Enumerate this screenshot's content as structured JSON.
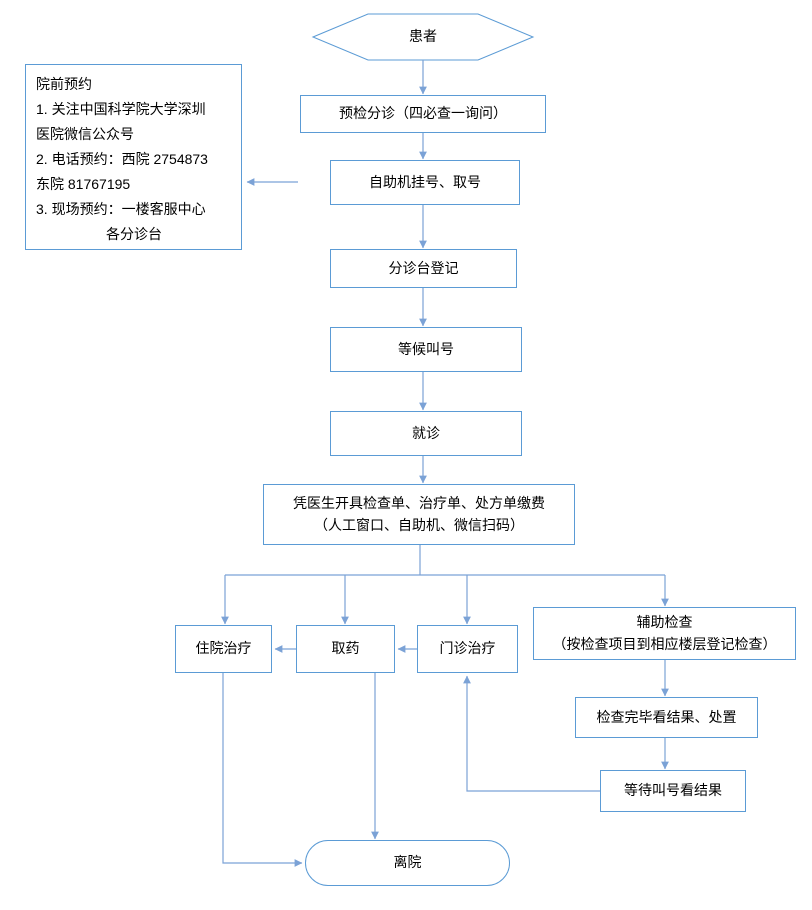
{
  "colors": {
    "border": "#5B9BD5",
    "line": "#7BA2D6",
    "text": "#000000",
    "background": "#FFFFFF"
  },
  "note": {
    "text": "院前预约\n1. 关注中国科学院大学深圳\n医院微信公众号\n2. 电话预约：西院 2754873\n东院 81767195\n3. 现场预约：一楼客服中心\n　　　　　各分诊台"
  },
  "nodes": {
    "patient": "患者",
    "triage": "预检分诊（四必查一询问）",
    "self_machine": "自助机挂号、取号",
    "desk_register": "分诊台登记",
    "wait_call": "等候叫号",
    "consultation": "就诊",
    "payment": "凭医生开具检查单、治疗单、处方单缴费\n（人工窗口、自助机、微信扫码）",
    "hospitalization": "住院治疗",
    "pharmacy": "取药",
    "outpatient_treatment": "门诊治疗",
    "auxiliary_exam": "辅助检查\n（按检查项目到相应楼层登记检查）",
    "exam_result": "检查完毕看结果、处置",
    "wait_result": "等待叫号看结果",
    "leave": "离院"
  }
}
